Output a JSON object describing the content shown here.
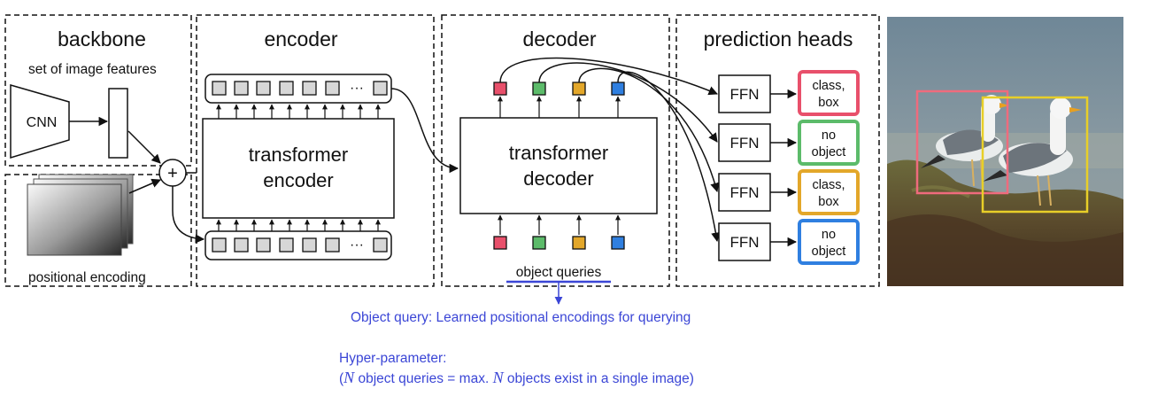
{
  "sections": {
    "backbone": "backbone",
    "encoder": "encoder",
    "decoder": "decoder",
    "prediction_heads": "prediction heads"
  },
  "backbone": {
    "features_label": "set of image features",
    "cnn_label": "CNN",
    "positional_label": "positional encoding",
    "plus_symbol": "+"
  },
  "encoder": {
    "block_line1": "transformer",
    "block_line2": "encoder",
    "ellipsis": "···"
  },
  "decoder": {
    "block_line1": "transformer",
    "block_line2": "decoder",
    "queries_label": "object queries",
    "query_colors": [
      "#e8506b",
      "#5cbb6a",
      "#e3a72a",
      "#2f7fe0"
    ]
  },
  "heads": {
    "ffn_label": "FFN",
    "outputs": [
      {
        "line1": "class,",
        "line2": "box",
        "color": "#e8506b"
      },
      {
        "line1": "no",
        "line2": "object",
        "color": "#5cbb6a"
      },
      {
        "line1": "class,",
        "line2": "box",
        "color": "#e3a72a"
      },
      {
        "line1": "no",
        "line2": "object",
        "color": "#2f7fe0"
      }
    ]
  },
  "image": {
    "box_colors": [
      "#ef6b7d",
      "#e8cf28"
    ],
    "icon": "seagulls-photo"
  },
  "notes": {
    "object_query": "Object query: Learned positional encodings for querying",
    "hyper_title": "Hyper-parameter:",
    "hyper_open": "(",
    "hyper_n1": "N",
    "hyper_mid": " object queries = max. ",
    "hyper_n2": "N",
    "hyper_end": " objects exist in a single image)",
    "accent_color": "#3b46d6"
  }
}
